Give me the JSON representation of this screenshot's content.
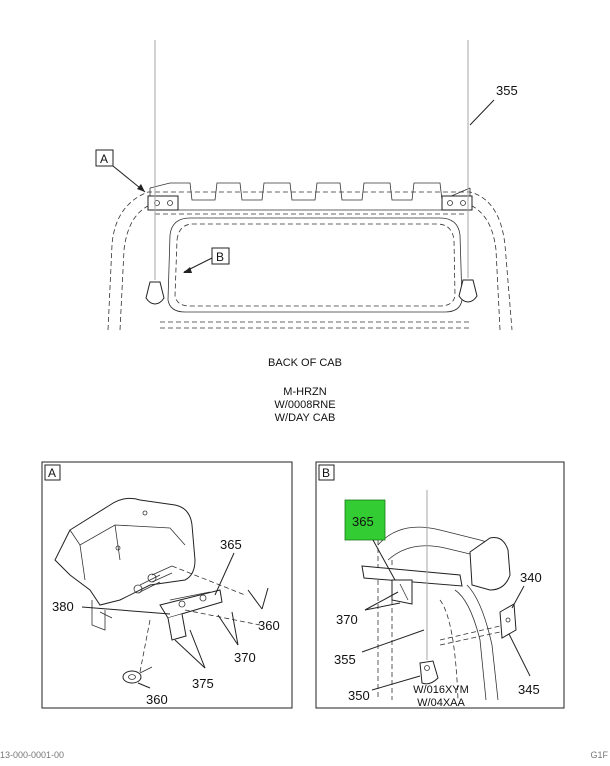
{
  "top_view": {
    "callouts": {
      "antenna": "355",
      "detail_a": "A",
      "detail_b": "B"
    },
    "caption": {
      "line1": "BACK OF CAB",
      "line2": "M-HRZN",
      "line3": "W/0008RNE",
      "line4": "W/DAY CAB"
    }
  },
  "detail_a": {
    "title": "A",
    "callouts": [
      "365",
      "380",
      "360",
      "370",
      "375",
      "360"
    ]
  },
  "detail_b": {
    "title": "B",
    "highlighted_callout": "365",
    "highlight_color": "#33cc33",
    "callouts": [
      "370",
      "340",
      "355",
      "345",
      "350"
    ],
    "note": {
      "line1": "W/016XYM",
      "line2": "W/04XAA"
    }
  },
  "footer": {
    "left_partial": "13-000-0001-00",
    "right_partial": "G1F"
  }
}
